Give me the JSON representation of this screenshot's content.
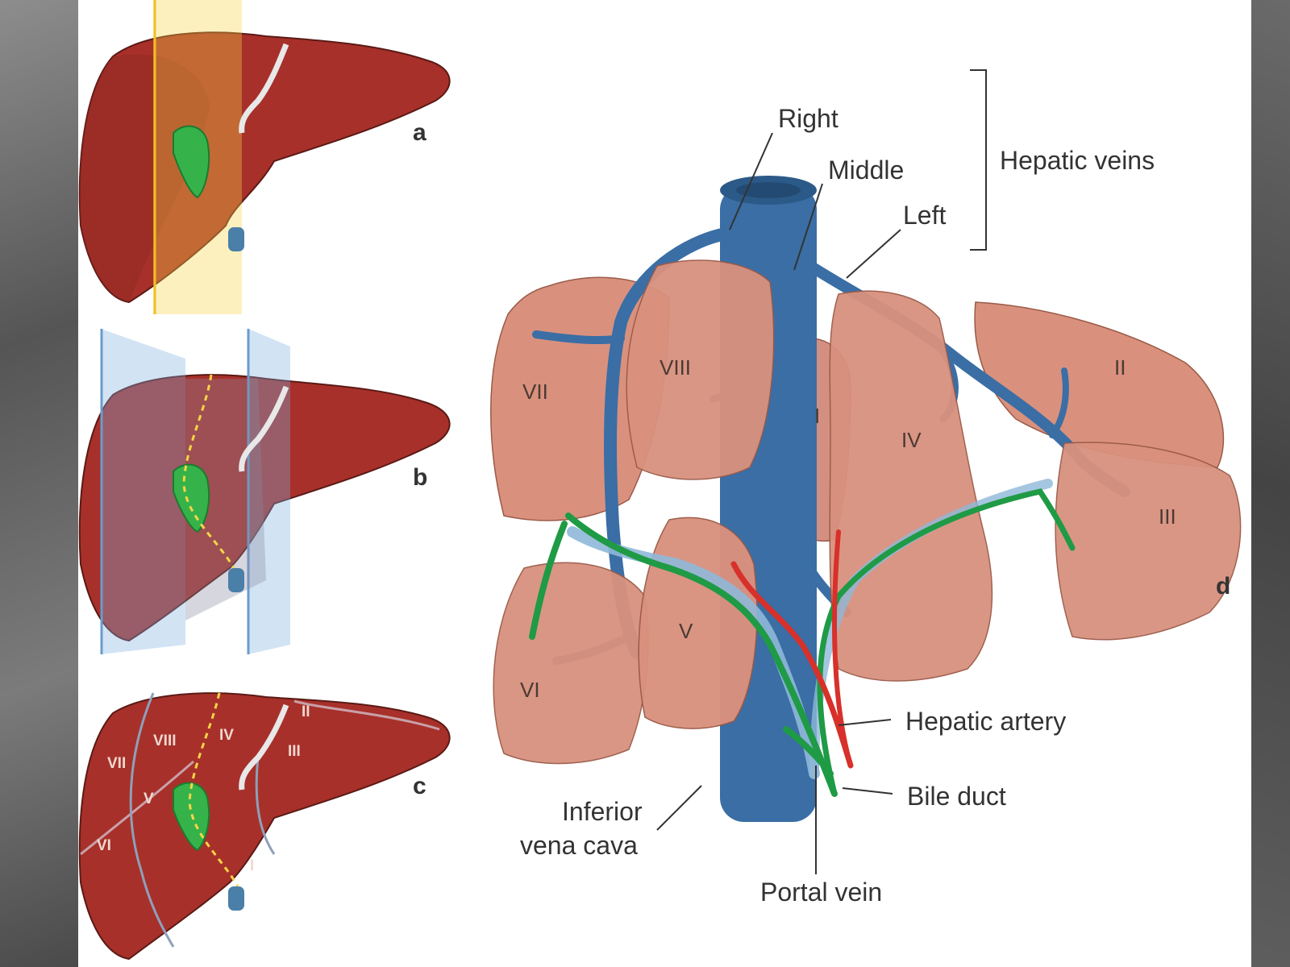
{
  "panels": {
    "a": "a",
    "b": "b",
    "c": "c",
    "d": "d"
  },
  "hepatic_veins": {
    "group_label": "Hepatic veins",
    "right": "Right",
    "middle": "Middle",
    "left": "Left"
  },
  "structures": {
    "hepatic_artery": "Hepatic artery",
    "bile_duct": "Bile duct",
    "portal_vein": "Portal vein",
    "ivc_line1": "Inferior",
    "ivc_line2": "vena cava"
  },
  "segments_d": [
    "I",
    "II",
    "III",
    "IV",
    "V",
    "VI",
    "VII",
    "VIII"
  ],
  "segments_c": {
    "I": "I",
    "II": "II",
    "III": "III",
    "IV": "IV",
    "V": "V",
    "VI": "VI",
    "VII": "VII",
    "VIII": "VIII"
  },
  "colors": {
    "liver": "#a8302a",
    "liver_dark": "#8a2520",
    "segment": "#d9917e",
    "vein": "#3a6ea5",
    "artery": "#d8302a",
    "bile": "#1f9a45",
    "portal": "#8fb8d8",
    "gallbladder": "#35b34a"
  }
}
